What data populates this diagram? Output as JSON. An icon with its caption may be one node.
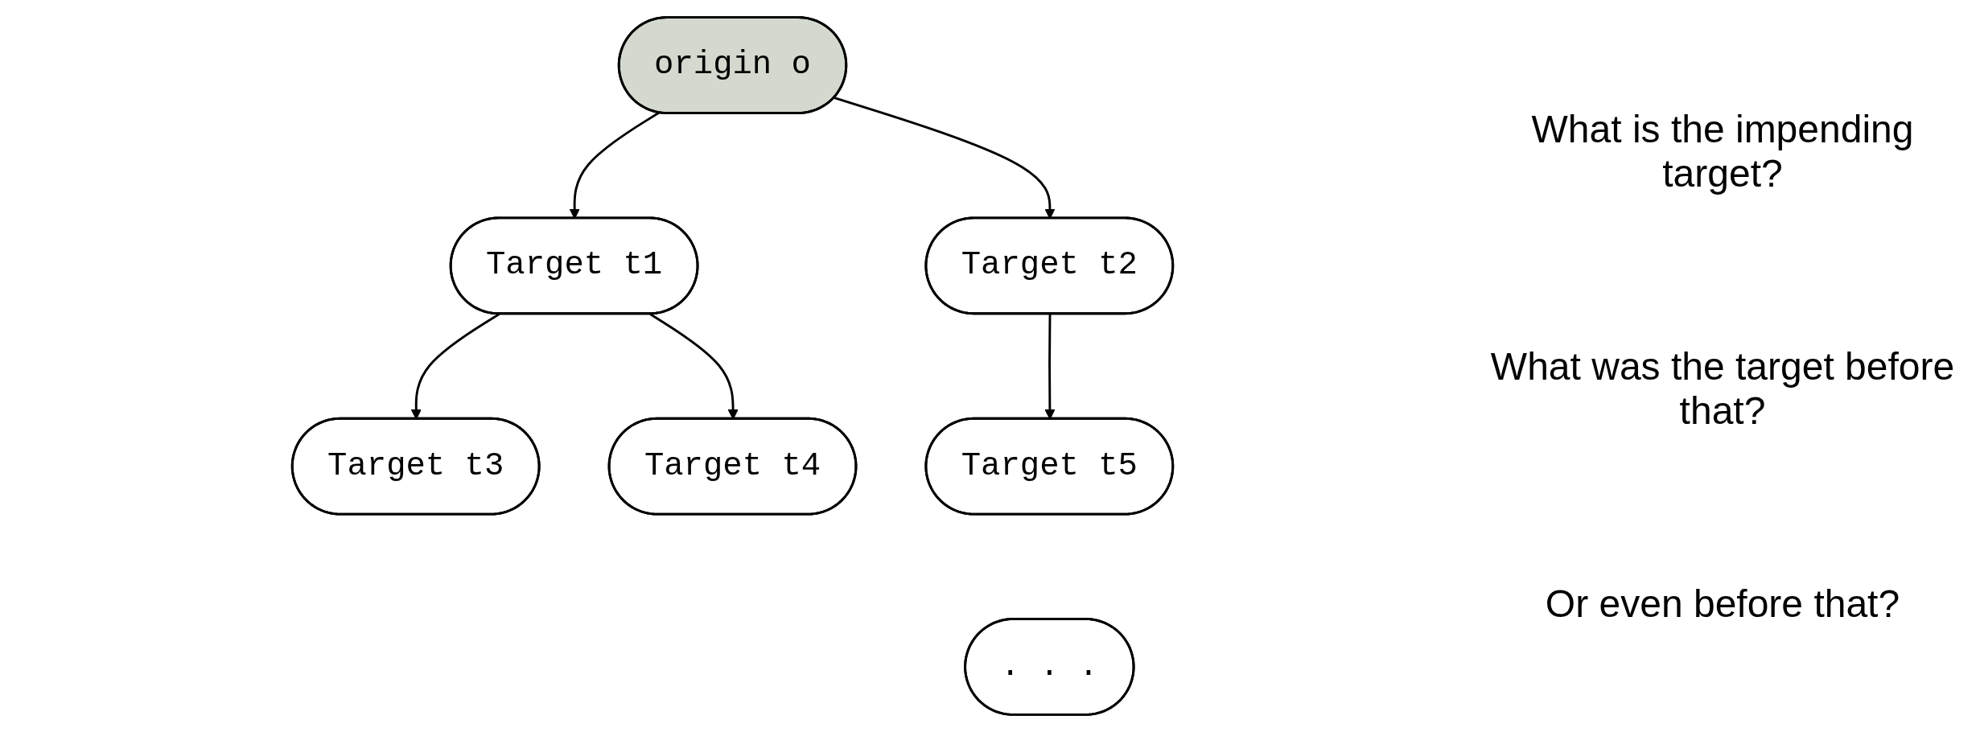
{
  "diagram": {
    "nodes": [
      {
        "text": [
          "origin o"
        ]
      },
      {
        "text": [
          "Target t1"
        ]
      },
      {
        "text": [
          "Target t2"
        ]
      },
      {
        "text": [
          "Target t3"
        ]
      },
      {
        "text": [
          "Target t4"
        ]
      },
      {
        "text": [
          "Target t5"
        ]
      },
      {
        "text": [
          ". . ."
        ]
      }
    ],
    "edges": [
      {
        "from": 0,
        "to": 1,
        "arrow": "to"
      },
      {
        "from": 0,
        "to": 2,
        "arrow": "to"
      },
      {
        "from": 1,
        "to": 3,
        "arrow": "to"
      },
      {
        "from": 1,
        "to": 4,
        "arrow": "to"
      },
      {
        "from": 2,
        "to": 5,
        "arrow": "to"
      }
    ],
    "labels": [
      "What is the impending target?",
      "What was the target before that?",
      "Or even before that?"
    ]
  }
}
